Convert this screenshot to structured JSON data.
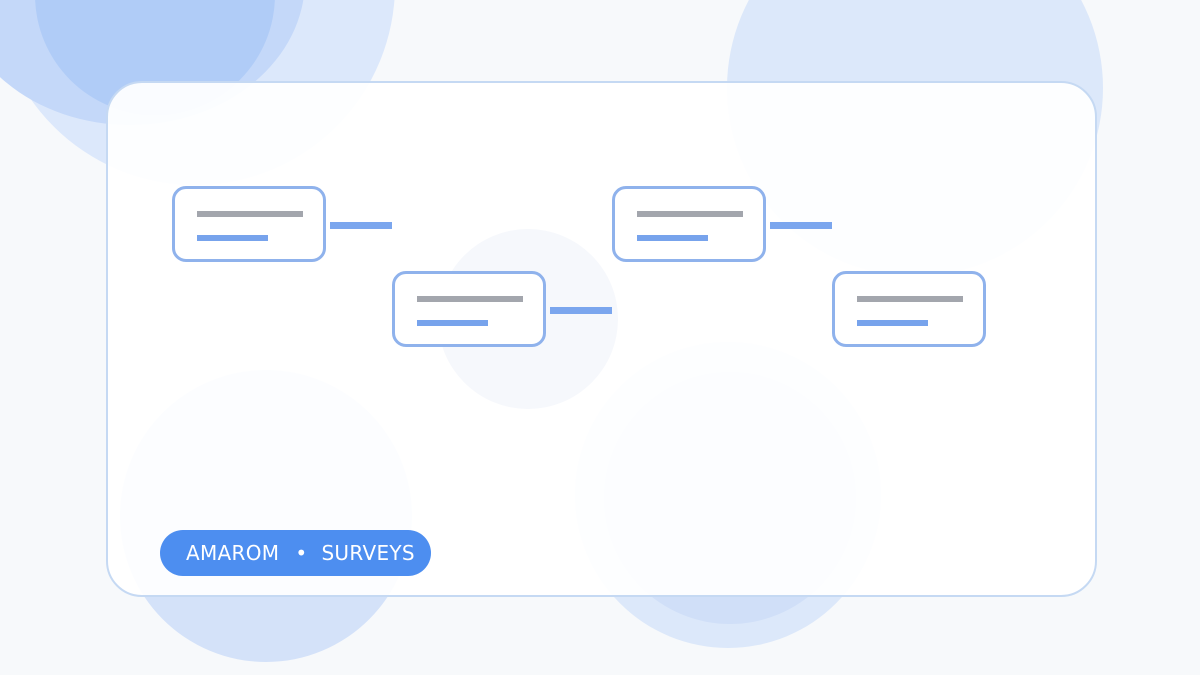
{
  "badge": {
    "brand": "AMAROM",
    "separator": "•",
    "section": "SURVEYS"
  },
  "colors": {
    "accent": "#4d8ef0",
    "node_border": "#8fb2ec",
    "connector": "#7ba6ee",
    "title_bar": "#a3a6ad",
    "subtitle_bar": "#77a3ec",
    "background": "#f7f9fb",
    "card_border": "#c5d9f3"
  },
  "flow": {
    "nodes": [
      {
        "id": "node-1"
      },
      {
        "id": "node-2"
      },
      {
        "id": "node-3"
      },
      {
        "id": "node-4"
      }
    ]
  }
}
